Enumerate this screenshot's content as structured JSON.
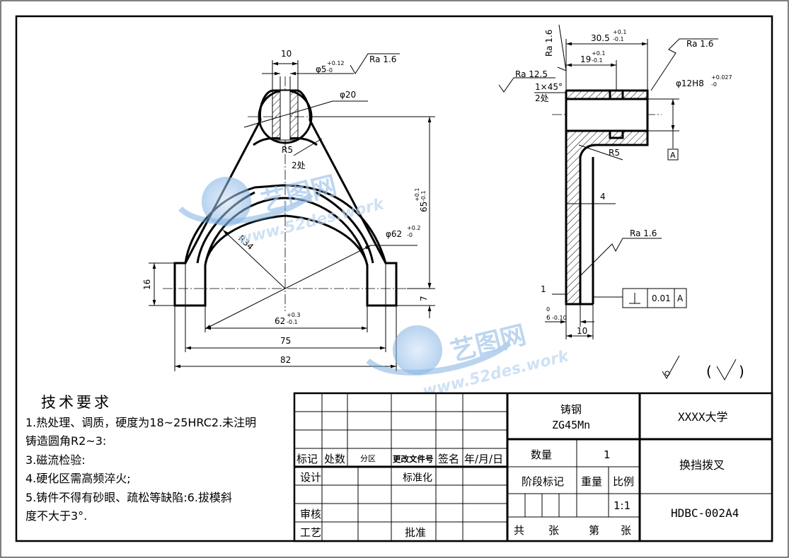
{
  "technical_requirements": {
    "title": "技术要求",
    "items": [
      "1.热处理、调质，硬度为18~25HRC2.未注明",
      "铸造圆角R2~3:",
      "3.磁流检验:",
      "4.硬化区需高频淬火;",
      "5.铸件不得有砂眼、疏松等缺陷:6.拔模斜",
      "度不大于3°."
    ]
  },
  "front_view": {
    "dims": {
      "d10": "10",
      "d5": "φ5",
      "d5_tol_up": "+0.12",
      "d5_tol_low": "-0",
      "ra_top": "Ra 1.6",
      "phi20": "φ20",
      "r5": "R5",
      "two_places": "2处",
      "h65": "65",
      "h65_tol_up": "+0.1",
      "h65_tol_low": "-0.1",
      "r34": "R34",
      "phi62": "φ62",
      "phi62_tol_up": "+0.2",
      "phi62_tol_low": "-0",
      "w62": "62",
      "w62_tol_up": "+0.3",
      "w62_tol_low": "-0.1",
      "w75": "75",
      "w82": "82",
      "h16": "16",
      "h7": "7"
    }
  },
  "side_view": {
    "dims": {
      "ra_left": "Ra 1.6",
      "w30": "30.5",
      "w30_tol_up": "+0.1",
      "w30_tol_low": "-0.1",
      "ra_top_right": "Ra 1.6",
      "w19": "19",
      "w19_tol_up": "+0.1",
      "w19_tol_low": "-0.1",
      "ra_12": "Ra 12.5",
      "chamfer": "1×45°",
      "two_places": "2处",
      "phi12": "φ12H8",
      "phi12_tol_up": "+0.027",
      "phi12_tol_low": "-0",
      "r5": "R5",
      "datum_a": "A",
      "t4": "4",
      "ra_mid": "Ra 1.6",
      "t1": "1",
      "perp_value": "0.01",
      "perp_datum": "A",
      "t6": "6",
      "t6_tol_up": "0",
      "t6_tol_low": "-0.10",
      "w10": "10"
    }
  },
  "roughness_note": {
    "paren_open": "(",
    "paren_close": ")"
  },
  "watermark": {
    "cn": "艺图网",
    "url": "www.52des.work"
  },
  "title_block": {
    "material_1": "铸钢",
    "material_2": "ZG45Mn",
    "school": "XXXX大学",
    "part_name": "换挡拨叉",
    "drawing_no": "HDBC-002A4",
    "h_mark": "标记",
    "h_count": "处数",
    "h_zone": "分区",
    "h_doc": "更改文件号",
    "h_sign": "签名",
    "h_date": "年/月/日",
    "design": "设计",
    "standard": "标准化",
    "review": "审核",
    "process": "工艺",
    "approve": "批准",
    "qty_label": "数量",
    "qty_value": "1",
    "stage_label": "阶段标记",
    "weight_label": "重量",
    "scale_label": "比例",
    "scale_value": "1:1",
    "total": "共",
    "sheets": "张",
    "number": "第",
    "sheet2": "张"
  }
}
